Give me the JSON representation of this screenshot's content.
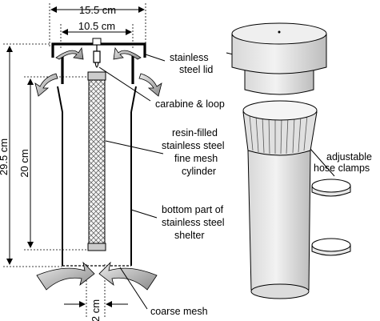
{
  "dimensions": {
    "outer_width": "15.5 cm",
    "inner_width": "10.5 cm",
    "total_height": "29.5 cm",
    "inner_height": "20 cm",
    "mesh_gap": "2 cm"
  },
  "labels": {
    "lid_line1": "stainless",
    "lid_line2": "steel lid",
    "carabine": "carabine & loop",
    "resin_line1": "resin-filled",
    "resin_line2": "stainless steel",
    "resin_line3": "fine mesh",
    "resin_line4": "cylinder",
    "bottom_line1": "bottom part of",
    "bottom_line2": "stainless steel",
    "bottom_line3": "shelter",
    "clamps_line1": "adjustable",
    "clamps_line2": "hose clamps",
    "coarse_mesh": "coarse mesh"
  }
}
